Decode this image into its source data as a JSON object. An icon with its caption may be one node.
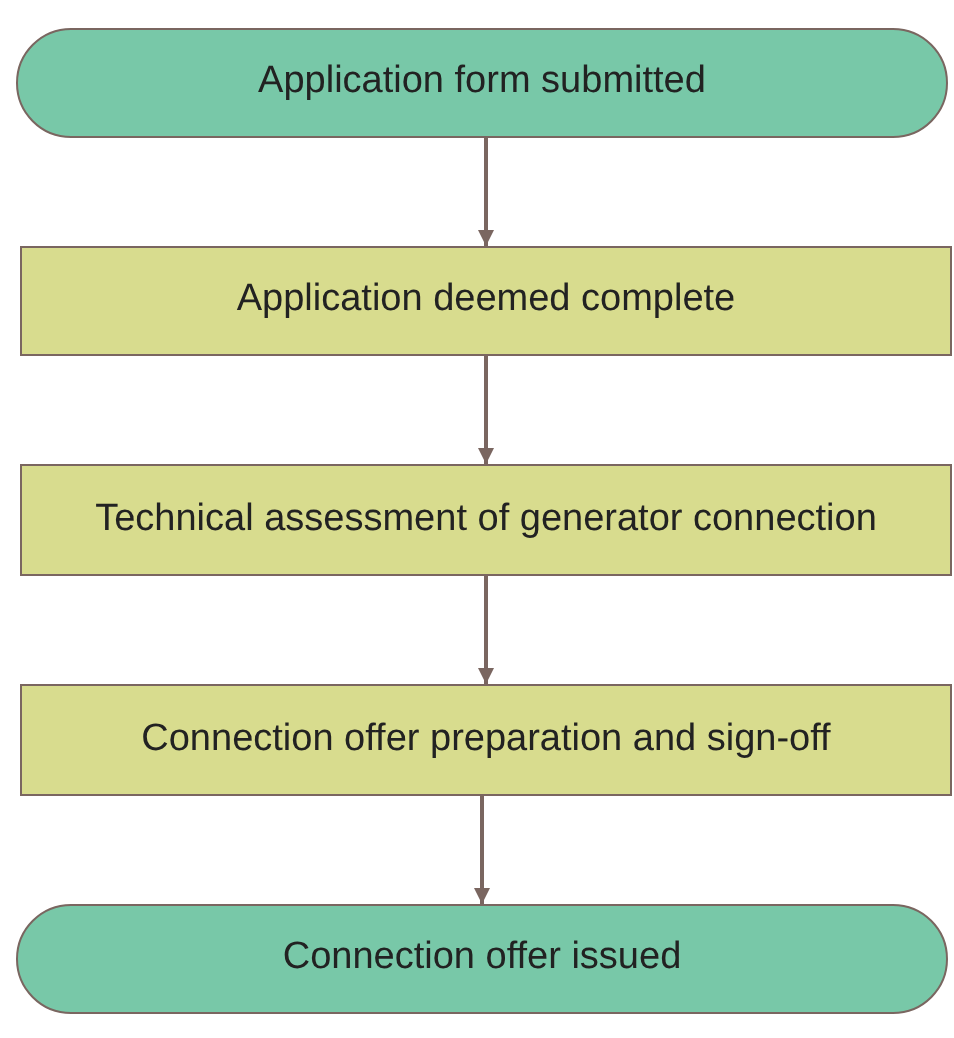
{
  "diagram": {
    "nodes": [
      {
        "text": [
          "Application form submitted"
        ]
      },
      {
        "text": [
          "Application deemed complete"
        ]
      },
      {
        "text": [
          "Technical assessment of generator connection"
        ]
      },
      {
        "text": [
          "Connection offer preparation and sign-off"
        ]
      },
      {
        "text": [
          "Connection offer issued"
        ]
      }
    ],
    "edges": [
      {
        "from": 0,
        "to": 1,
        "arrow": "to"
      },
      {
        "from": 1,
        "to": 2,
        "arrow": "to"
      },
      {
        "from": 2,
        "to": 3,
        "arrow": "to"
      },
      {
        "from": 3,
        "to": 4,
        "arrow": "to"
      }
    ]
  }
}
